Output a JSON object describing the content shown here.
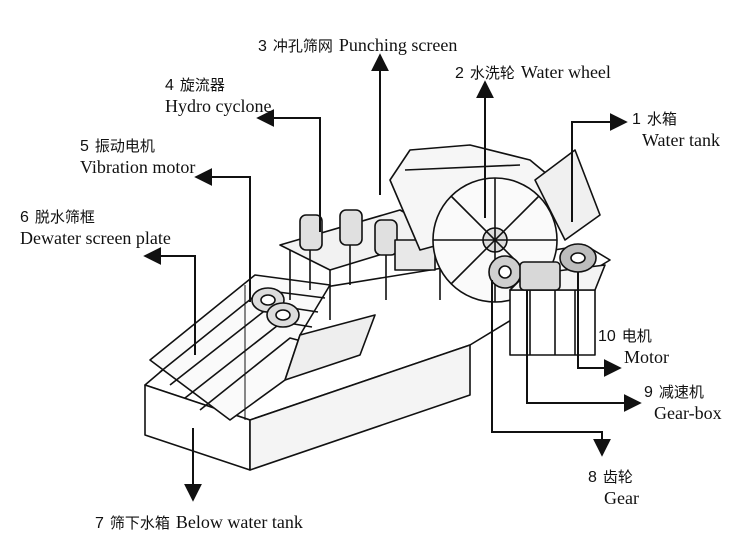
{
  "colors": {
    "ink": "#111111",
    "paper": "#ffffff",
    "machine_shade": "#e6e6e6",
    "arrow": "#111111"
  },
  "labels": {
    "punching_screen": {
      "num": "3",
      "zh": "冲孔筛网",
      "en": "Punching screen"
    },
    "water_wheel": {
      "num": "2",
      "zh": "水洗轮",
      "en": "Water wheel"
    },
    "hydro_cyclone": {
      "num": "4",
      "zh": "旋流器",
      "en": "Hydro cyclone"
    },
    "water_tank": {
      "num": "1",
      "zh": "水箱",
      "en": "Water tank"
    },
    "vibration_motor": {
      "num": "5",
      "zh": "振动电机",
      "en": "Vibration motor"
    },
    "dewater_screen": {
      "num": "6",
      "zh": "脱水筛框",
      "en": "Dewater screen plate"
    },
    "motor": {
      "num": "10",
      "zh": "电机",
      "en": "Motor"
    },
    "gear_box": {
      "num": "9",
      "zh": "减速机",
      "en": "Gear-box"
    },
    "gear": {
      "num": "8",
      "zh": "齿轮",
      "en": "Gear"
    },
    "below_water_tank": {
      "num": "7",
      "zh": "筛下水箱",
      "en": "Below water tank"
    }
  }
}
